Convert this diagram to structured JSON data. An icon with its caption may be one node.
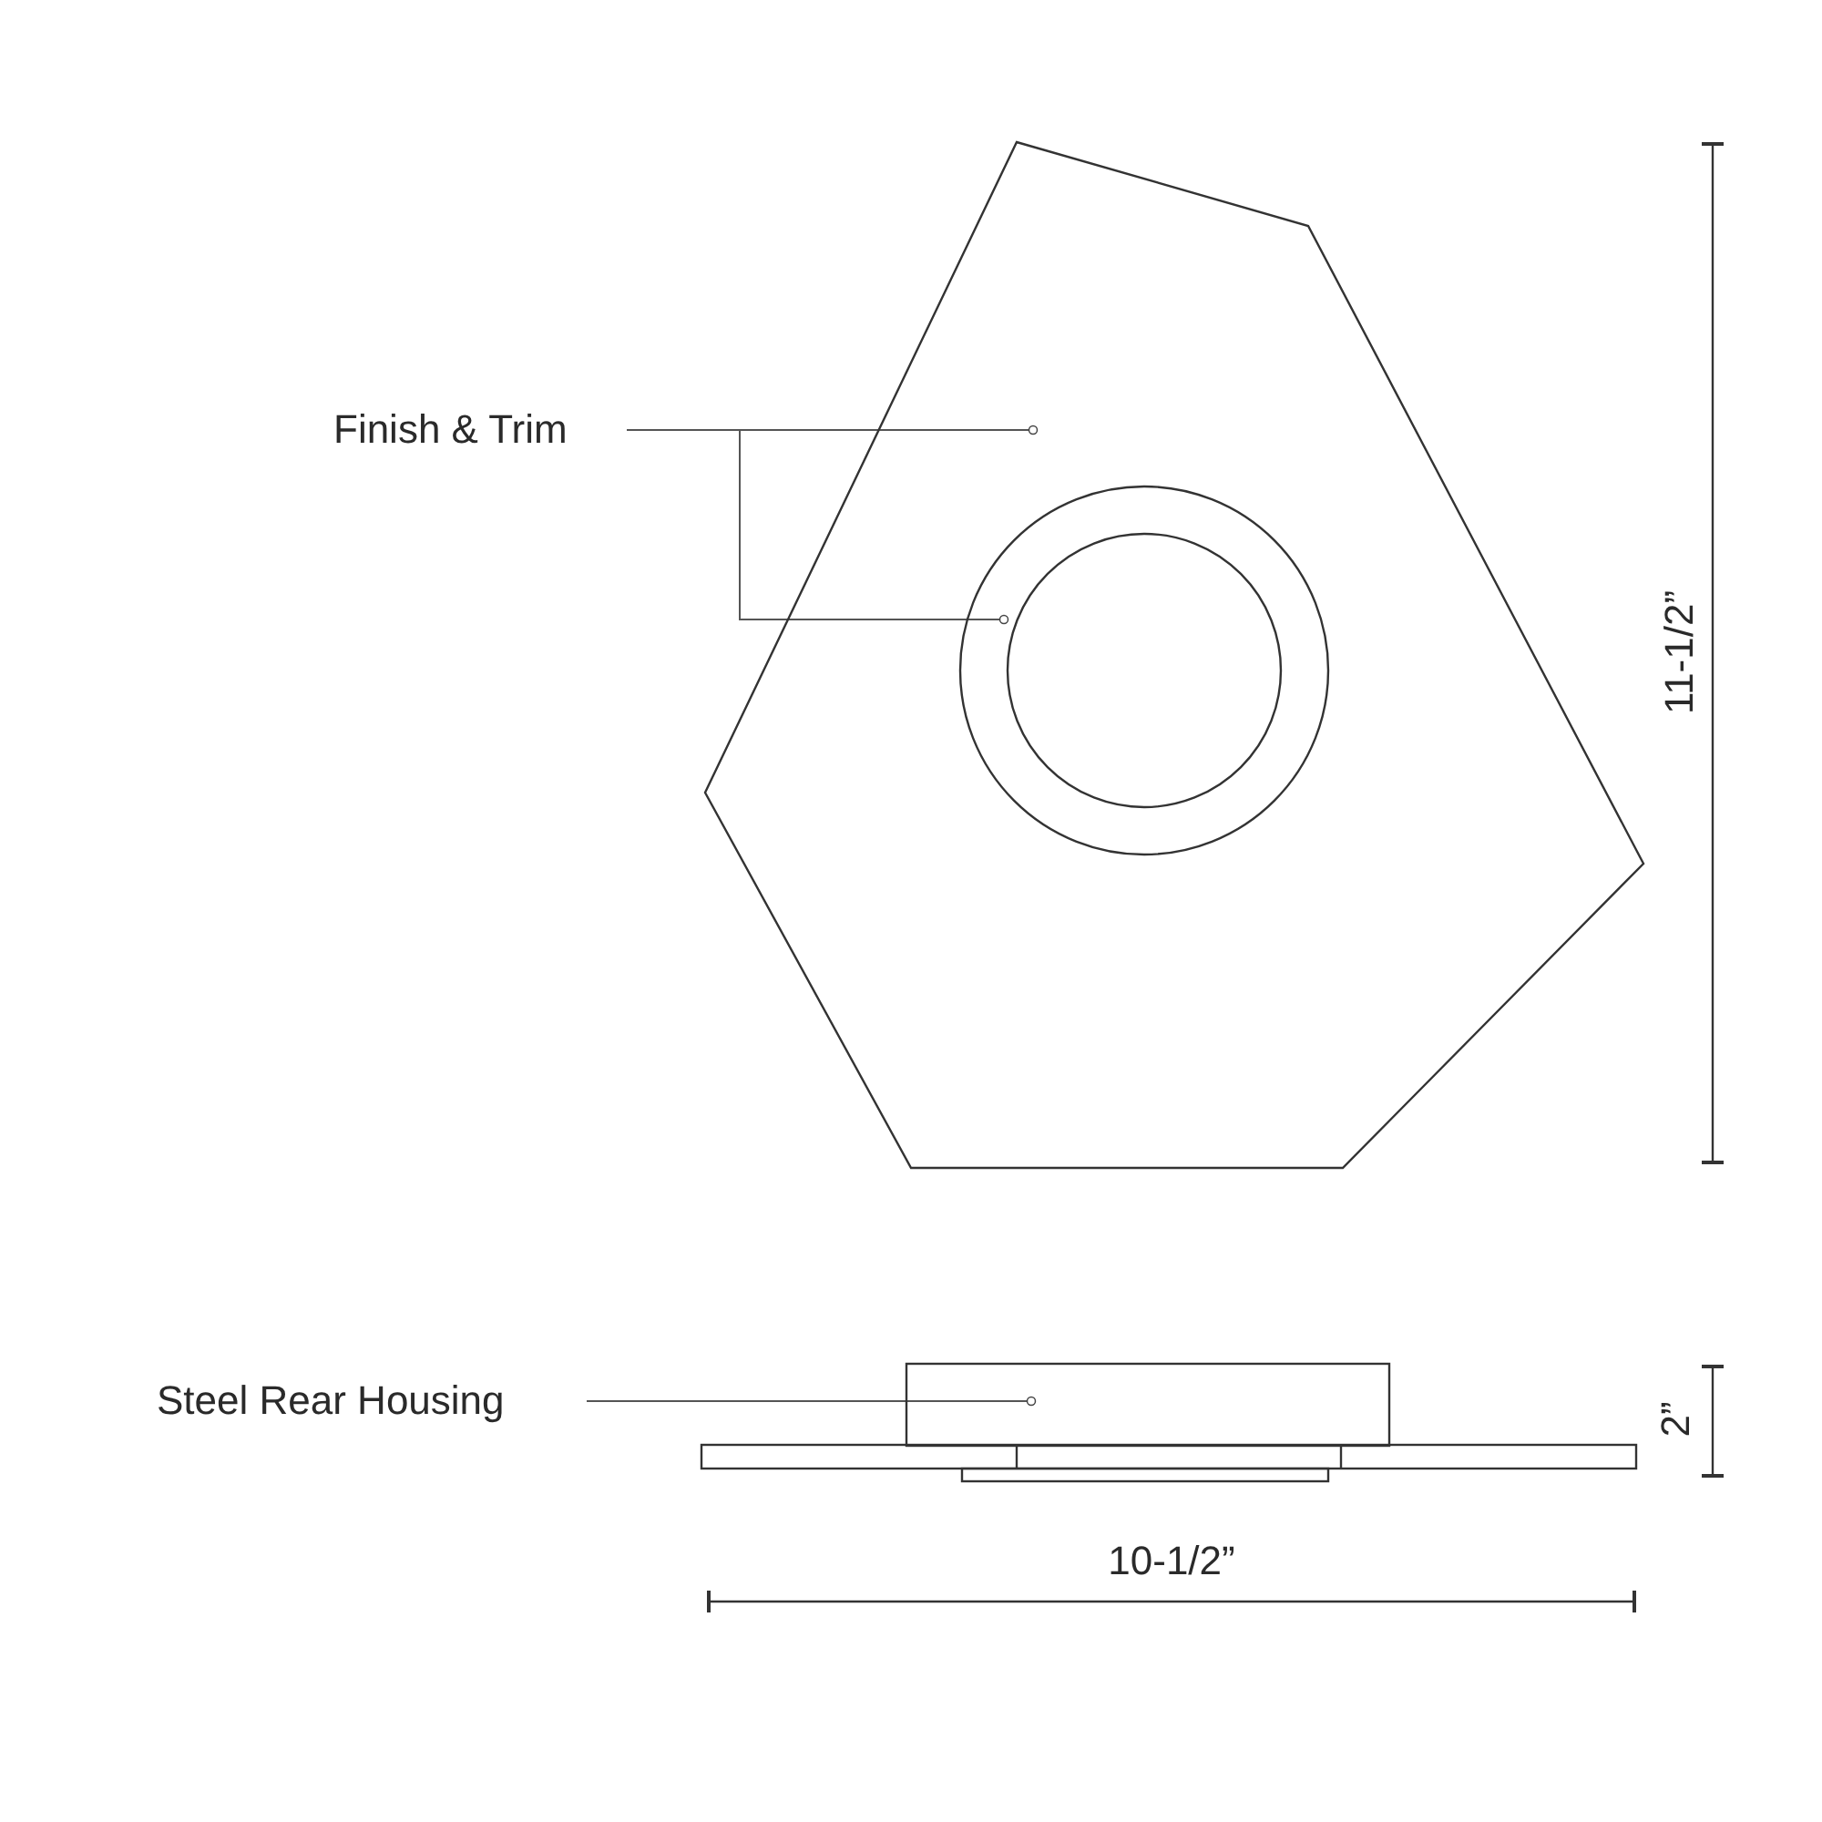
{
  "diagram": {
    "nodes": [
      {
        "text": [
          "Finish & Trim"
        ]
      },
      {
        "text": [],
        "shape": "picture"
      },
      {
        "text": [],
        "shape": "circle",
        "in": 1
      },
      {
        "text": [
          "Steel Rear Housing"
        ]
      },
      {
        "text": [],
        "shape": "box"
      }
    ],
    "edges": [
      {
        "from": 0,
        "to": 1,
        "arrow": "other"
      },
      {
        "from": 0,
        "to": 2,
        "arrow": "other"
      },
      {
        "from": 3,
        "to": 4,
        "arrow": "other"
      }
    ],
    "labels": [
      "11-1/2”",
      "2”",
      "10-1/2”"
    ]
  }
}
